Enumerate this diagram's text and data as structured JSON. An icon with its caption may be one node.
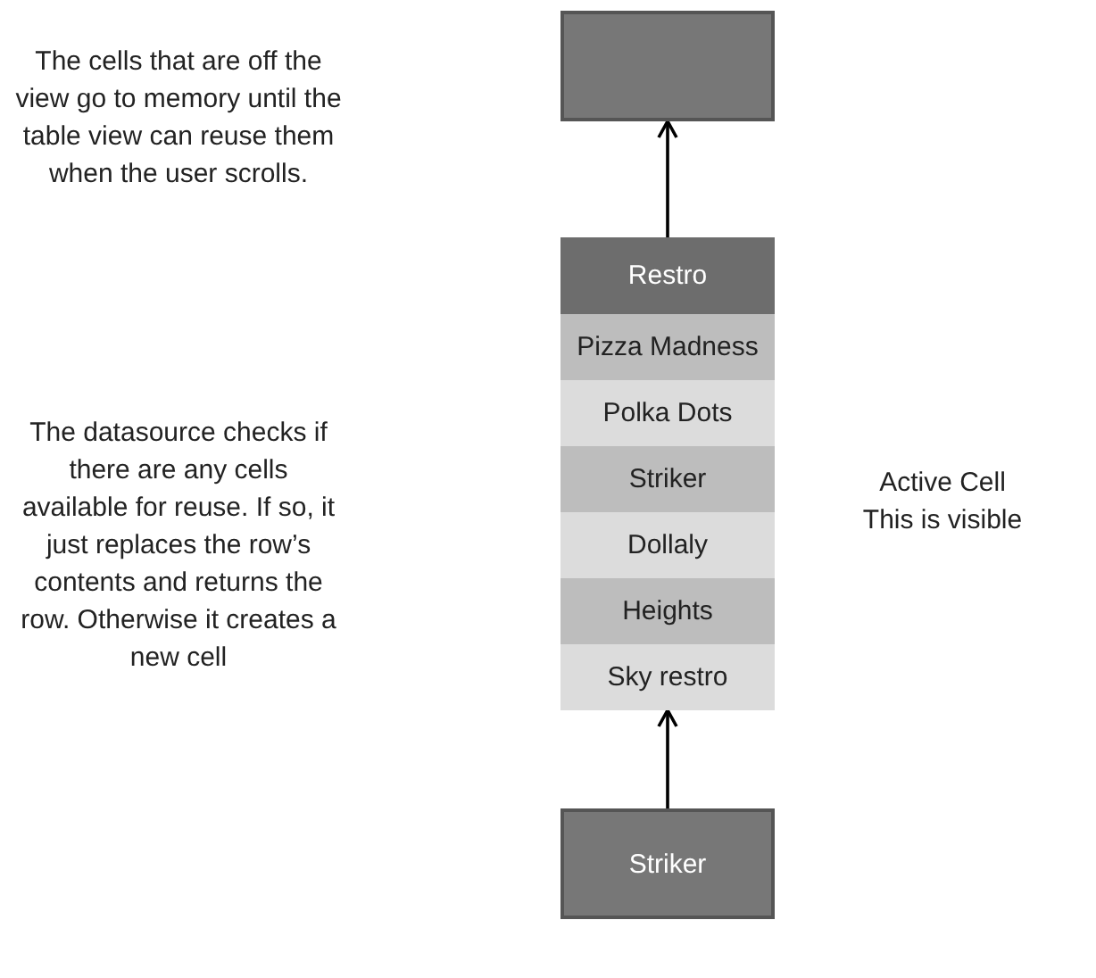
{
  "diagram": {
    "nodes": [
      {
        "text": [],
        "shape": "box"
      },
      {
        "text": [
          "Restro"
        ]
      },
      {
        "text": [
          "Pizza Madness"
        ]
      },
      {
        "text": [
          "Polka Dots"
        ]
      },
      {
        "text": [
          "Striker"
        ]
      },
      {
        "text": [
          "Dollaly"
        ]
      },
      {
        "text": [
          "Heights"
        ]
      },
      {
        "text": [
          "Sky restro"
        ]
      },
      {
        "text": [
          "Striker"
        ]
      }
    ],
    "edges": [
      {
        "from": 1,
        "to": 0,
        "arrow": "to"
      },
      {
        "from": 8,
        "to": 7,
        "arrow": "to"
      }
    ],
    "labels": [
      "The cells that are off the view go to memory until the table view can reuse them when the user scrolls.",
      "The datasource checks if there are any cells available for reuse. If so, it just replaces the row’s contents and returns the row. Otherwise it creates a new cell",
      "Active Cell This is visible"
    ]
  }
}
